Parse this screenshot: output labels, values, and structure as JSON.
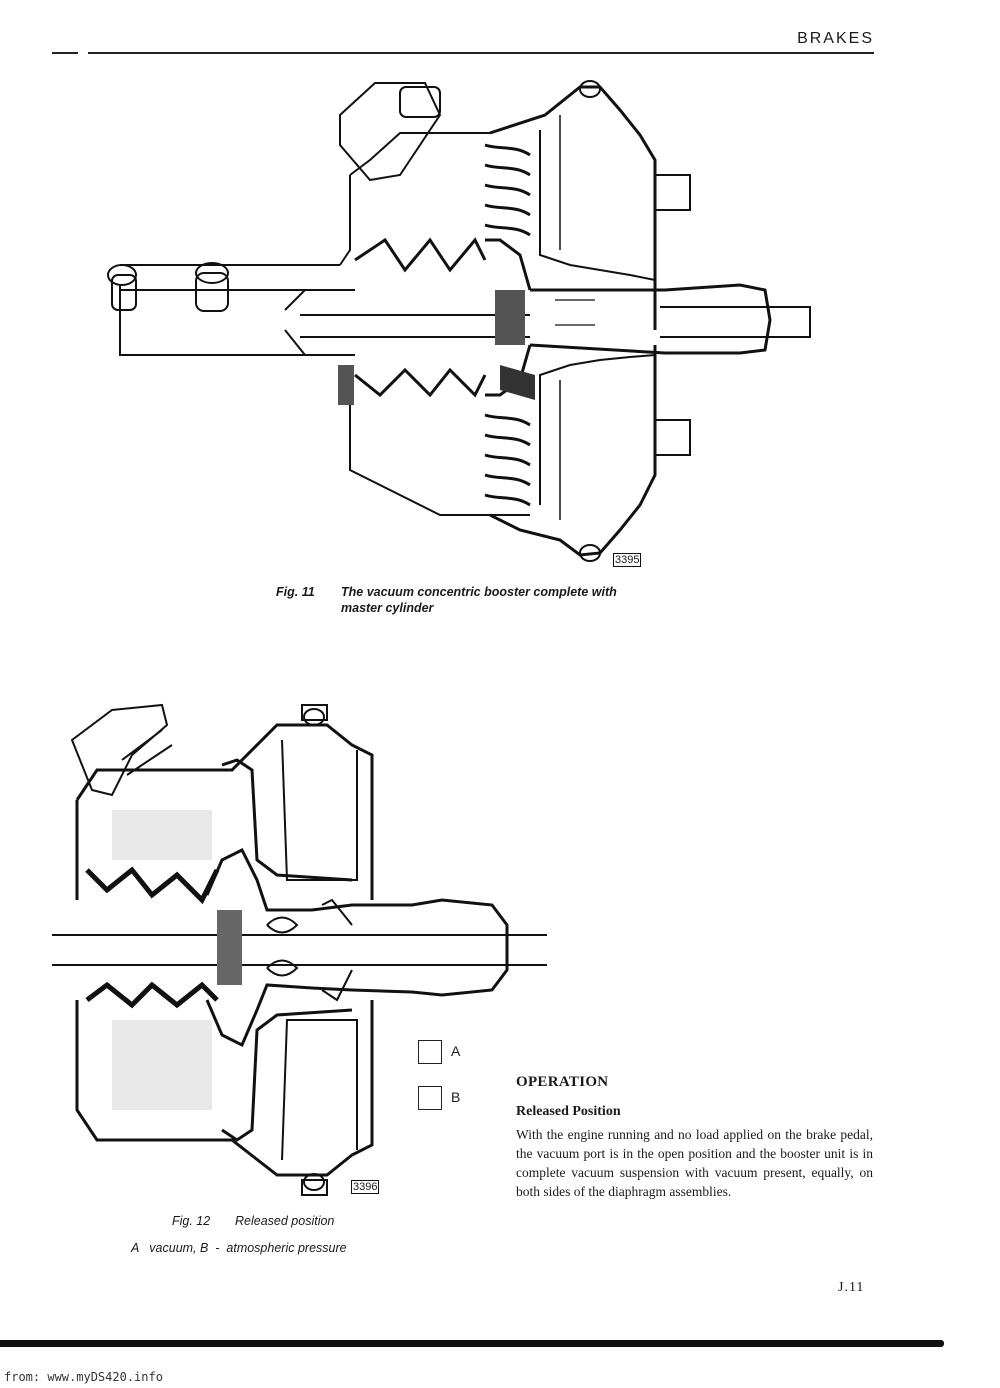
{
  "header": {
    "section_title": "BRAKES"
  },
  "figure_11": {
    "number_tag": "3395",
    "caption_label": "Fig. 11",
    "caption_text_line1": "The vacuum concentric booster complete with",
    "caption_text_line2": "master cylinder"
  },
  "figure_12": {
    "number_tag": "3396",
    "caption_label": "Fig. 12",
    "caption_text": "Released position",
    "legend_line": "A   vacuum, B  -  atmospheric pressure",
    "legend_a": "A",
    "legend_b": "B"
  },
  "operation": {
    "heading": "OPERATION",
    "subheading": "Released Position",
    "body": "With the engine running and no load applied on the brake pedal, the vacuum port is in the open position and the booster unit is in complete vacuum suspension with vacuum present, equally, on both sides of the diaphragm assemblies."
  },
  "footer": {
    "page_number": "J.11",
    "source_watermark": "from: www.myDS420.info"
  }
}
